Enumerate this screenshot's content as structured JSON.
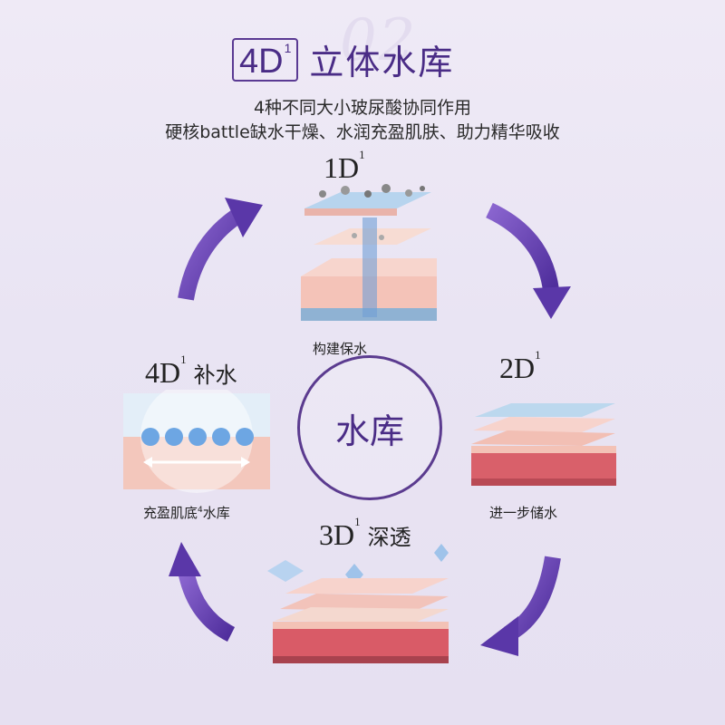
{
  "header": {
    "watermark": "02",
    "badge_label": "4D",
    "badge_sup": "1",
    "title": "立体水库",
    "subtitle_line1": "4种不同大小玻尿酸协同作用",
    "subtitle_line2": "硬核battle缺水干燥、水润充盈肌肤、助力精华吸收"
  },
  "center": {
    "label": "水库"
  },
  "stages": [
    {
      "id": "1d",
      "code": "1D",
      "sup": "1",
      "name": "",
      "caption": "构建保水",
      "caption_sup": ""
    },
    {
      "id": "2d",
      "code": "2D",
      "sup": "1",
      "name": "",
      "caption": "进一步储水",
      "caption_sup": ""
    },
    {
      "id": "3d",
      "code": "3D",
      "sup": "1",
      "name": "深透",
      "caption": "",
      "caption_sup": ""
    },
    {
      "id": "4d",
      "code": "4D",
      "sup": "1",
      "name": "补水",
      "caption": "充盈肌底",
      "caption_sup": "4",
      "caption_tail": "水库"
    }
  ],
  "colors": {
    "accent": "#4a2c86",
    "arrow": "#6b45b8",
    "skin_pink": "#f2b8ae",
    "skin_red": "#d9606a",
    "water_blue": "#a9c8e8"
  },
  "icons": [
    "arrow-icon",
    "water-drop-icon",
    "sphere-icon"
  ]
}
